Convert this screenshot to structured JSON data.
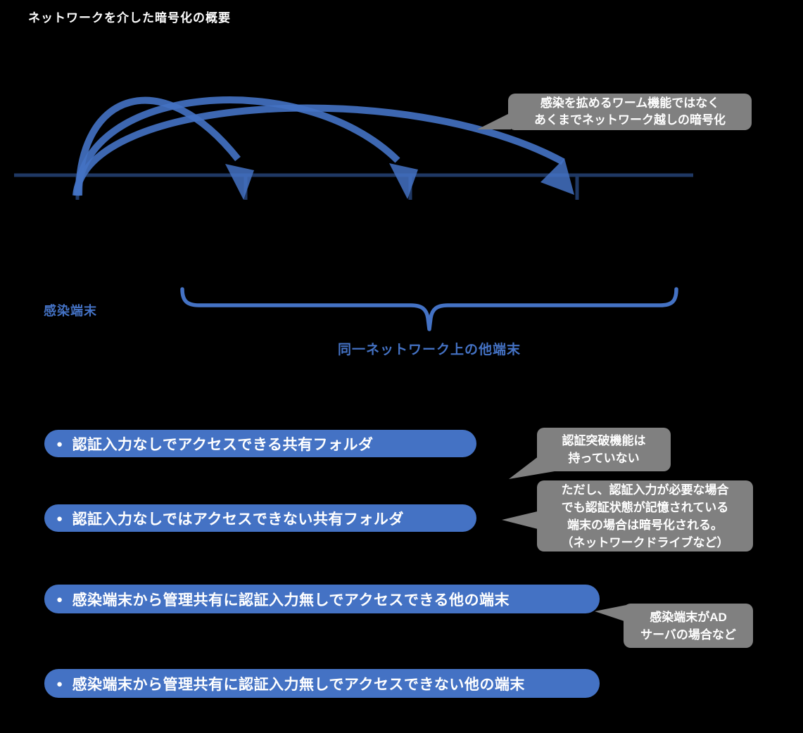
{
  "title": "ネットワークを介した暗号化の概要",
  "colors": {
    "background": "#000000",
    "accent_blue": "#4472C4",
    "navy": "#1F3864",
    "callout_gray": "#808080",
    "text_white": "#FFFFFF"
  },
  "icons": {
    "bullet": "●"
  },
  "diagram": {
    "infected_terminal_label": "感染端末",
    "other_terminals_label": "同一ネットワーク上の他端末"
  },
  "callouts": {
    "worm": {
      "lines": [
        "感染を拡めるワーム機能ではなく",
        "あくまでネットワーク越しの暗号化"
      ]
    },
    "no_auth_bypass": {
      "lines": [
        "認証突破機能は",
        "持っていない"
      ]
    },
    "auth_note": {
      "lines": [
        "ただし、認証入力が必要な場合",
        "でも認証状態が記憶されている",
        "端末の場合は暗号化される。",
        "（ネットワークドライブなど）"
      ]
    },
    "ad_server": {
      "lines": [
        "感染端末がAD",
        "サーバの場合など"
      ]
    }
  },
  "pills": [
    {
      "label": "認証入力なしでアクセスできる共有フォルダ"
    },
    {
      "label": "認証入力なしではアクセスできない共有フォルダ"
    },
    {
      "label": "感染端末から管理共有に認証入力無しでアクセスできる他の端末"
    },
    {
      "label": "感染端末から管理共有に認証入力無しでアクセスできない他の端末"
    }
  ]
}
